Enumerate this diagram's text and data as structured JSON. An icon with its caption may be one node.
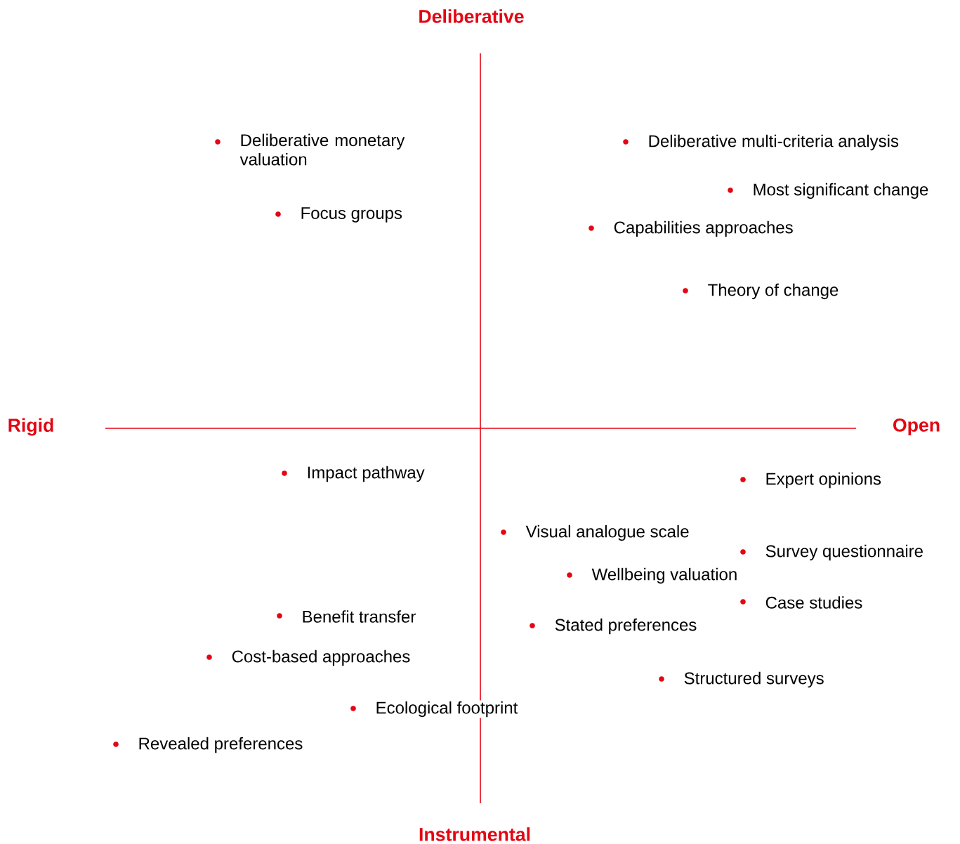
{
  "diagram": {
    "labels": [
      "Deliberative",
      "Deliberative monetary valuation",
      "Deliberative multi-criteria analysis",
      "Most significant change",
      "Focus groups",
      "Capabilities approaches",
      "Theory of change",
      "Rigid",
      "Open",
      "Impact pathway",
      "Expert opinions",
      "Visual analogue scale",
      "Survey questionnaire",
      "Wellbeing valuation",
      "Case studies",
      "Benefit transfer",
      "Stated preferences",
      "Cost-based approaches",
      "Structured surveys",
      "Ecological footprint",
      "Revealed preferences",
      "Instrumental"
    ]
  }
}
